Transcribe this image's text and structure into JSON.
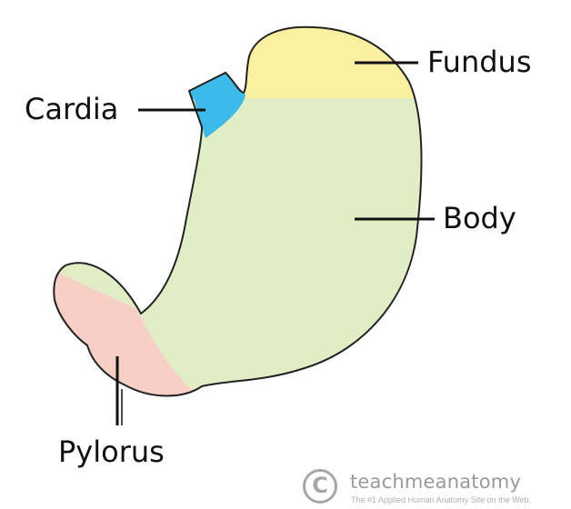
{
  "labels": {
    "fundus": "Fundus",
    "cardia": "Cardia",
    "body": "Body",
    "pylorus": "Pylorus"
  },
  "regions": [
    {
      "name": "fundus",
      "color": "#faf0a0"
    },
    {
      "name": "cardia",
      "color": "#3cbbea"
    },
    {
      "name": "body",
      "color": "#e1edc5"
    },
    {
      "name": "pylorus",
      "color": "#f8cfc4"
    }
  ],
  "logo": {
    "symbol": "C",
    "name": "teachmeanatomy",
    "tagline": "The #1 Applied Human Anatomy Site on the Web."
  }
}
